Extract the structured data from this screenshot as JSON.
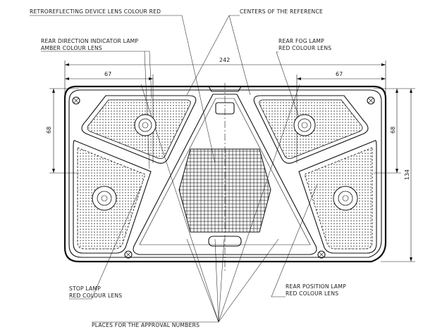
{
  "labels": {
    "retroreflecting": "RETROREFLECTING DEVICE LENS COLOUR RED",
    "centers": "CENTERS OF THE REFERENCE",
    "direction_line1": "REAR DIRECTION INDICATOR LAMP",
    "direction_line2": "AMBER COLOUR LENS",
    "fog_line1": "REAR FOG LAMP",
    "fog_line2": "RED COLOUR LENS",
    "stop_line1": "STOP LAMP",
    "stop_line2": "RED COLOUR LENS",
    "position_line1": "REAR POSITION LAMP",
    "position_line2": "RED COLOUR LENS",
    "approval": "PLACES FOR THE APPROVAL NUMBERS"
  },
  "dimensions": {
    "overall_width": "242",
    "left_lamp_width": "67",
    "right_lamp_width": "67",
    "left_lamp_height": "68",
    "right_lamp_height": "68",
    "overall_height": "134"
  }
}
